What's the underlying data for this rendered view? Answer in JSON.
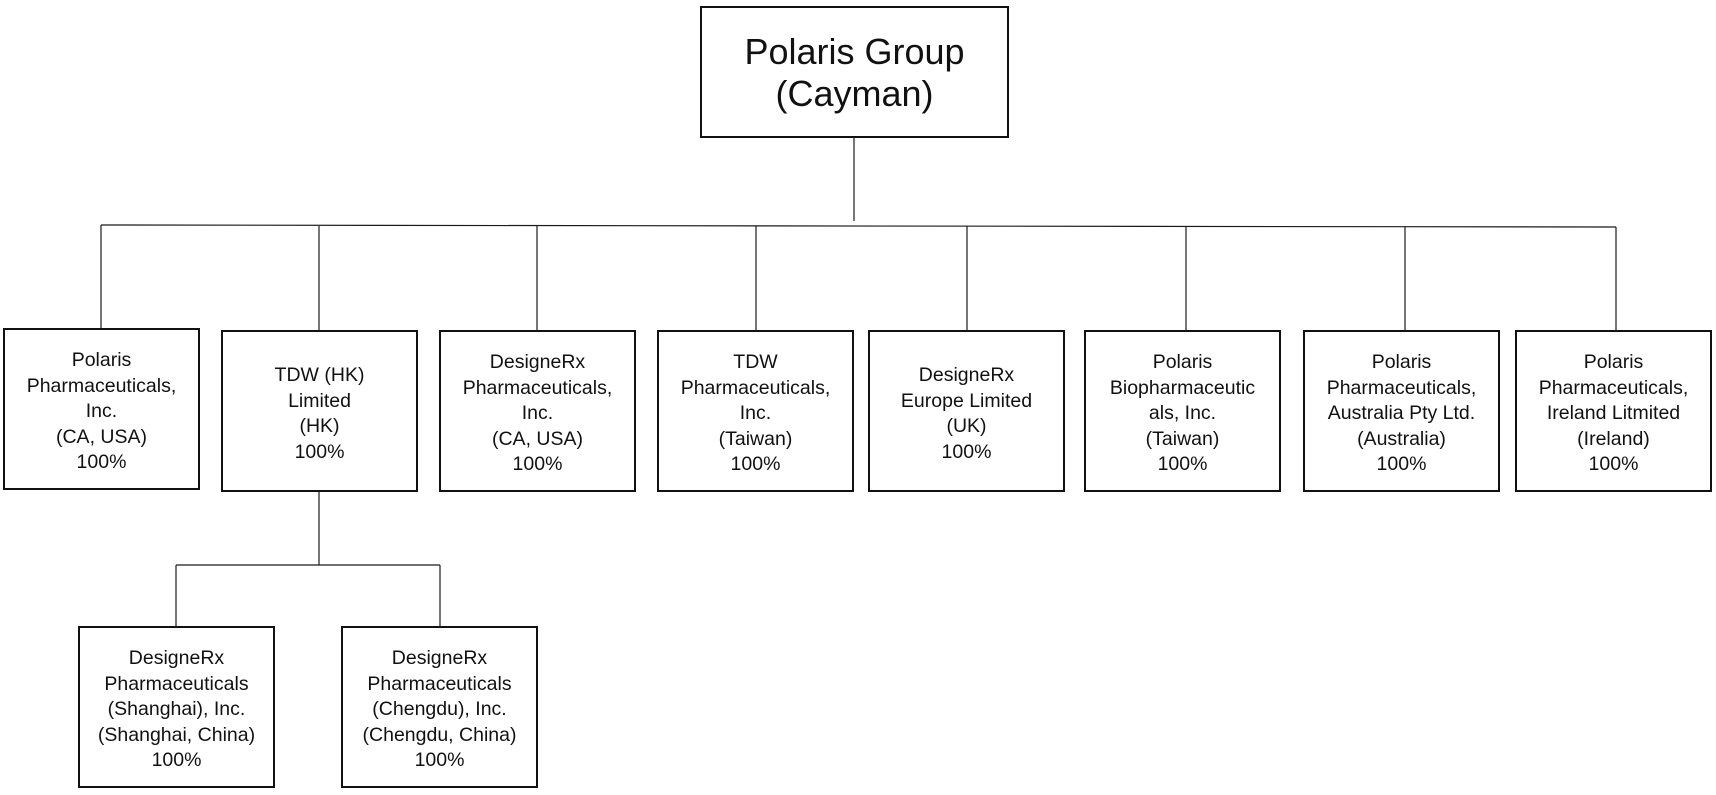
{
  "diagram": {
    "root": {
      "label": "Polaris Group\n(Cayman)"
    },
    "subsidiaries": [
      {
        "label": "Polaris\nPharmaceuticals,\nInc.\n(CA, USA)\n100%"
      },
      {
        "label": "TDW (HK)\nLimited\n(HK)\n100%"
      },
      {
        "label": "DesigneRx\nPharmaceuticals,\nInc.\n(CA, USA)\n100%"
      },
      {
        "label": "TDW\nPharmaceuticals,\nInc.\n(Taiwan)\n100%"
      },
      {
        "label": "DesigneRx\nEurope Limited\n(UK)\n100%"
      },
      {
        "label": "Polaris\nBiopharmaceutic\nals, Inc.\n(Taiwan)\n100%"
      },
      {
        "label": "Polaris\nPharmaceuticals,\nAustralia Pty Ltd.\n(Australia)\n100%"
      },
      {
        "label": "Polaris\nPharmaceuticals,\nIreland Litmited\n(Ireland)\n100%"
      }
    ],
    "hk_subsidiaries": [
      {
        "label": "DesigneRx\nPharmaceuticals\n(Shanghai), Inc.\n(Shanghai, China)\n100%"
      },
      {
        "label": "DesigneRx\nPharmaceuticals\n(Chengdu), Inc.\n(Chengdu, China)\n100%"
      }
    ]
  }
}
